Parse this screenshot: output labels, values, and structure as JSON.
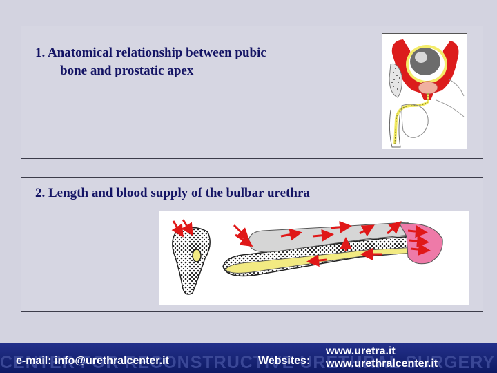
{
  "sections": [
    {
      "number": "1.",
      "heading_line1": "Anatomical relationship between pubic",
      "heading_line2": "bone and prostatic apex",
      "figure": {
        "description_icon": "pelvis-sagittal-section-illustration"
      }
    },
    {
      "number": "2.",
      "heading": "Length and blood supply of the bulbar urethra",
      "figure": {
        "description_icon": "bulbar-urethra-blood-supply-illustration"
      }
    }
  ],
  "footer": {
    "watermark": "CENTER FOR RECONSTRUCTIVE URETHRAL SURGERY",
    "email": "e-mail: info@urethralcenter.it",
    "websites_label": "Websites:",
    "website1": "www.uretra.it",
    "website2": "www.urethralcenter.it"
  },
  "colors": {
    "background": "#d3d3e0",
    "heading_text": "#141464",
    "footer_bar": "#1a2578",
    "arrow_red": "#e01818",
    "tissue_pink": "#ee7aa8",
    "urethra_yellow": "#f2ea82"
  }
}
